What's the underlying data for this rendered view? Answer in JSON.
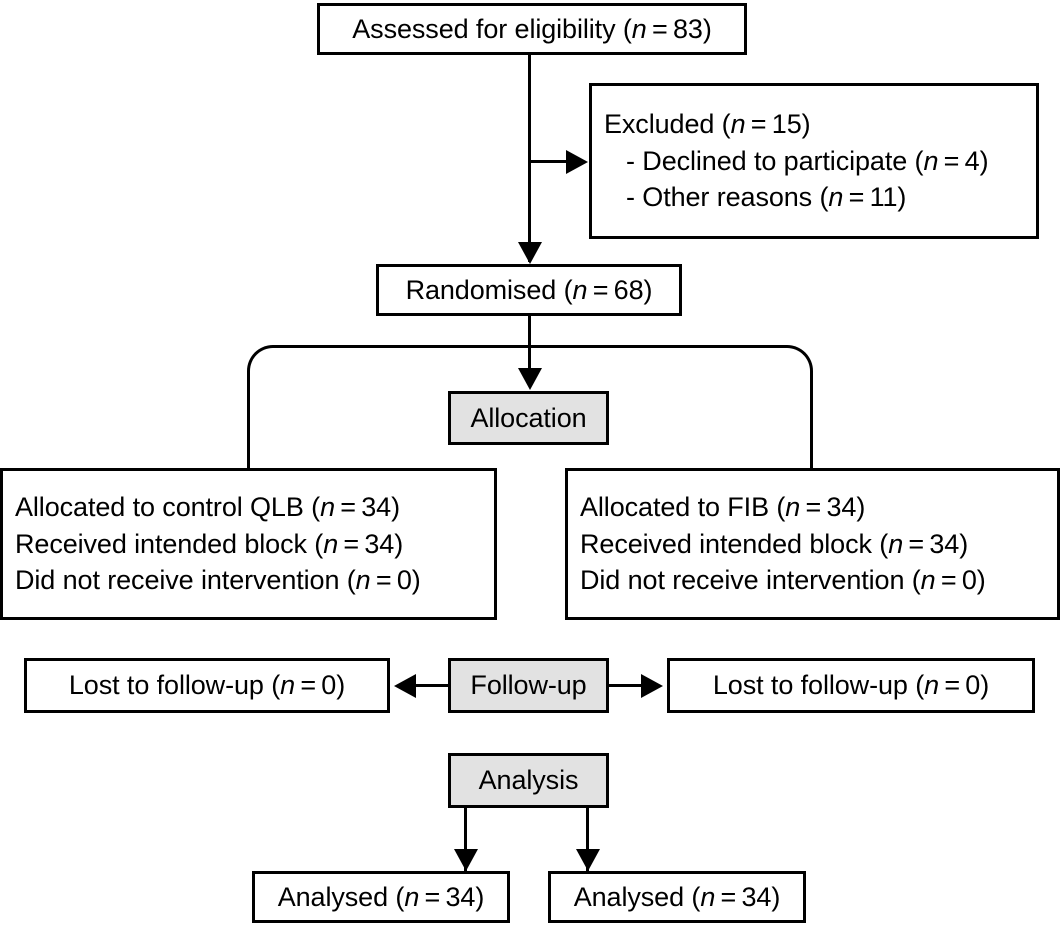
{
  "diagram": {
    "title": "CONSORT participant flow diagram",
    "colors": {
      "stroke": "#000000",
      "background": "#ffffff",
      "stage_fill": "#e2e2e2"
    },
    "nodes": {
      "assessed": {
        "label": "Assessed for eligibility (n = 83)",
        "n": 83
      },
      "excluded": {
        "line1": "Excluded (n = 15)",
        "line2": "- Declined to participate (n = 4)",
        "line3": "- Other reasons (n = 11)",
        "n_total": 15,
        "n_declined": 4,
        "n_other": 11
      },
      "randomised": {
        "label": "Randomised (n = 68)",
        "n": 68
      },
      "stage_allocation": {
        "label": "Allocation"
      },
      "alloc_left": {
        "line1": "Allocated to control QLB (n = 34)",
        "line2": "Received intended block (n = 34)",
        "line3": "Did not receive intervention (n = 0)",
        "n_allocated": 34,
        "n_received": 34,
        "n_not_received": 0
      },
      "alloc_right": {
        "line1": "Allocated to FIB (n = 34)",
        "line2": "Received intended block (n = 34)",
        "line3": "Did not receive intervention (n = 0)",
        "n_allocated": 34,
        "n_received": 34,
        "n_not_received": 0
      },
      "stage_followup": {
        "label": "Follow-up"
      },
      "lost_left": {
        "label": "Lost to follow-up (n = 0)",
        "n": 0
      },
      "lost_right": {
        "label": "Lost to follow-up (n = 0)",
        "n": 0
      },
      "stage_analysis": {
        "label": "Analysis"
      },
      "analysed_left": {
        "label": "Analysed (n = 34)",
        "n": 34
      },
      "analysed_right": {
        "label": "Analysed (n = 34)",
        "n": 34
      }
    }
  }
}
